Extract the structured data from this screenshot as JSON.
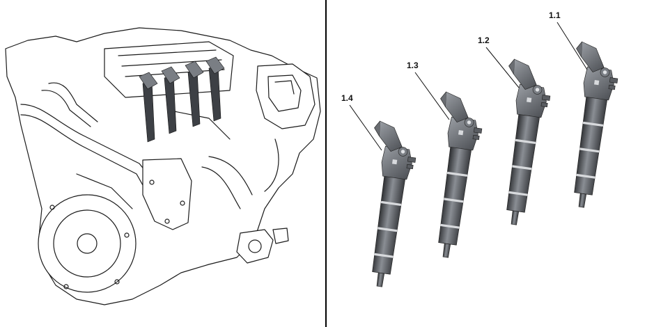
{
  "figure": {
    "left_panel": {
      "subject": "engine-outline"
    },
    "right_panel": {
      "injectors": [
        {
          "label": "1.1"
        },
        {
          "label": "1.2"
        },
        {
          "label": "1.3"
        },
        {
          "label": "1.4"
        }
      ]
    }
  },
  "colors": {
    "line": "#1a1a1a",
    "injector_body": "#4a4d52",
    "injector_highlight": "#8a8e94",
    "injector_dark": "#2c2e31",
    "divider": "#000000"
  }
}
